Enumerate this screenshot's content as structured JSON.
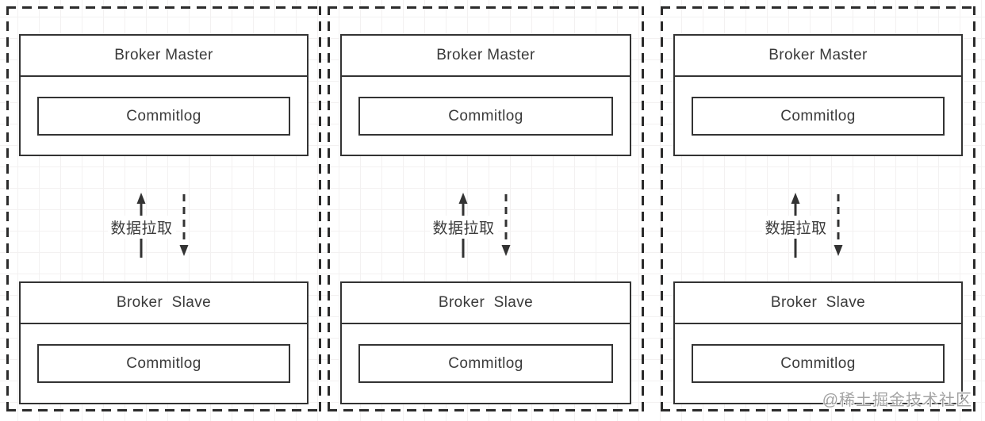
{
  "diagram": {
    "panels": [
      {
        "master_title": "Broker Master",
        "master_commitlog": "Commitlog",
        "arrow_label": "数据拉取",
        "slave_title": "Broker  Slave",
        "slave_commitlog": "Commitlog"
      },
      {
        "master_title": "Broker Master",
        "master_commitlog": "Commitlog",
        "arrow_label": "数据拉取",
        "slave_title": "Broker  Slave",
        "slave_commitlog": "Commitlog"
      },
      {
        "master_title": "Broker Master",
        "master_commitlog": "Commitlog",
        "arrow_label": "数据拉取",
        "slave_title": "Broker  Slave",
        "slave_commitlog": "Commitlog"
      }
    ],
    "watermark": "@稀土掘金技术社区",
    "colors": {
      "line": "#333333",
      "panel_border": "#2b2b2b",
      "text": "#3a3a3a",
      "watermark": "#a3a3a3",
      "background": "#ffffff",
      "grid_line": "#f3f1f1"
    }
  }
}
